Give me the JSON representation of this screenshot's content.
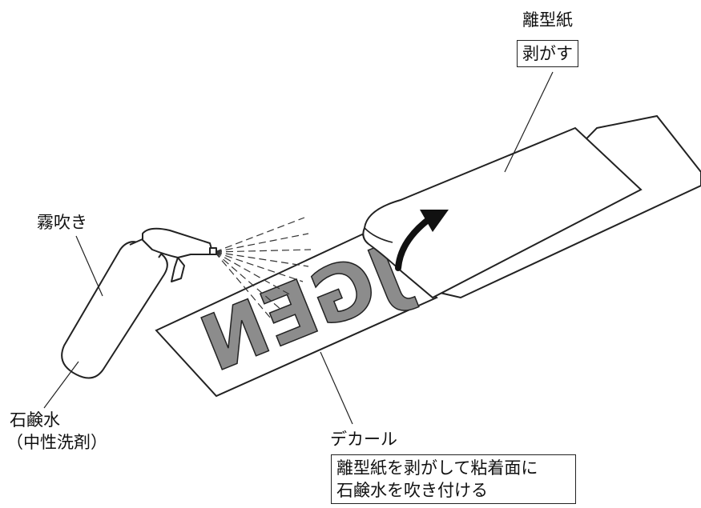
{
  "labels": {
    "release_paper": "離型紙",
    "peel_off": "剥がす",
    "sprayer": "霧吹き",
    "soapy_water": "石鹸水",
    "neutral_detergent": "（中性洗剤）",
    "decal": "デカール",
    "decal_text": "JGEN",
    "instruction_line1": "離型紙を剥がして粘着面に",
    "instruction_line2": "石鹸水を吹き付ける"
  },
  "colors": {
    "line": "#222222",
    "lettering": "#8c8c8c",
    "arrow": "#111111"
  }
}
